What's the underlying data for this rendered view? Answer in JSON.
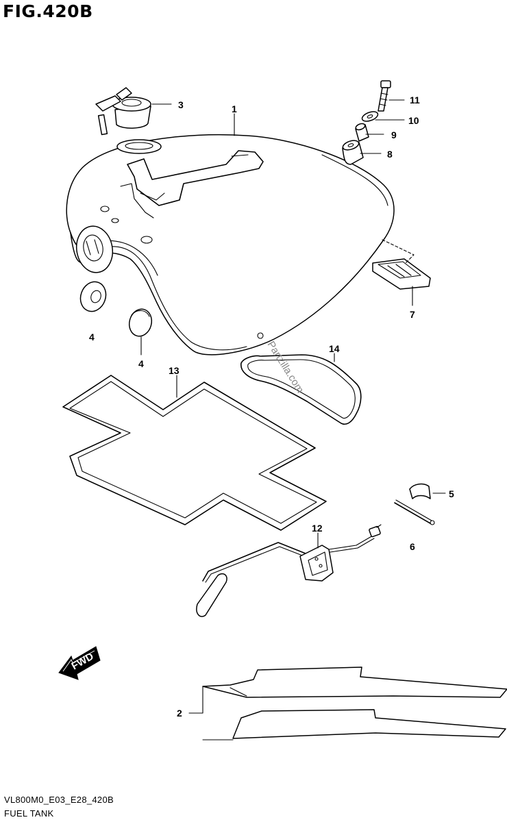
{
  "figure": {
    "title": "FIG.420B",
    "code": "VL800M0_E03_E28_420B",
    "caption": "FUEL TANK",
    "watermark": "Partzilla.com",
    "direction_label": "FWD"
  },
  "callouts": [
    {
      "id": "c1",
      "label": "1"
    },
    {
      "id": "c2",
      "label": "2"
    },
    {
      "id": "c3",
      "label": "3"
    },
    {
      "id": "c4a",
      "label": "4"
    },
    {
      "id": "c4b",
      "label": "4"
    },
    {
      "id": "c5",
      "label": "5"
    },
    {
      "id": "c6",
      "label": "6"
    },
    {
      "id": "c7",
      "label": "7"
    },
    {
      "id": "c8",
      "label": "8"
    },
    {
      "id": "c9",
      "label": "9"
    },
    {
      "id": "c10",
      "label": "10"
    },
    {
      "id": "c11",
      "label": "11"
    },
    {
      "id": "c12",
      "label": "12"
    },
    {
      "id": "c13",
      "label": "13"
    },
    {
      "id": "c14",
      "label": "14"
    }
  ]
}
